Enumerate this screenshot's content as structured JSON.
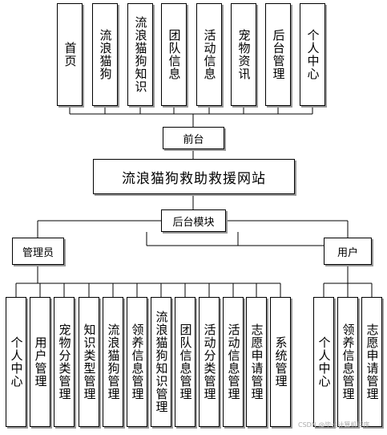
{
  "front_pages": [
    "首页",
    "流浪猫狗",
    "流浪猫狗知识",
    "团队信息",
    "活动信息",
    "宠物资讯",
    "后台管理",
    "个人中心"
  ],
  "frontend_label": "前台",
  "site_title": "流浪猫狗救助救援网站",
  "backend_label": "后台模块",
  "admin": {
    "label": "管理员",
    "modules": [
      "个人中心",
      "用户管理",
      "宠物分类管理",
      "知识类型管理",
      "流浪猫狗管理",
      "领养信息管理",
      "流浪猫狗知识管理",
      "团队信息管理",
      "活动分类管理",
      "活动信息管理",
      "志愿申请管理",
      "系统管理"
    ]
  },
  "user": {
    "label": "用户",
    "modules": [
      "个人中心",
      "领养信息管理",
      "志愿申请管理"
    ]
  },
  "watermark": "CSDN @毕设计算机程序"
}
